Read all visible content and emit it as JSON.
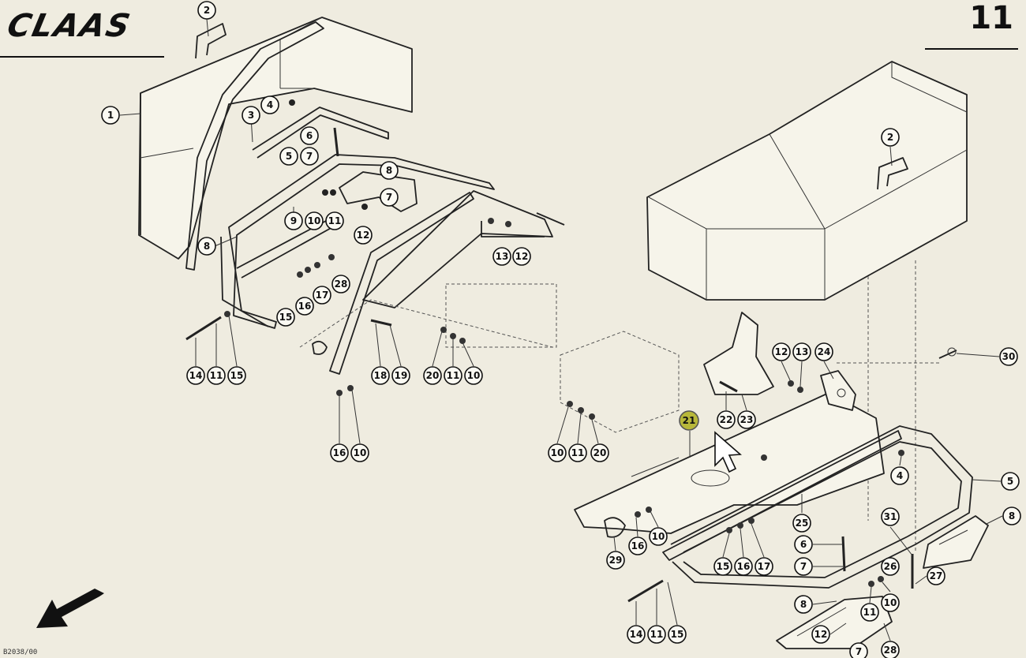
{
  "header": {
    "brand": "CLAAS",
    "page_number": "11"
  },
  "footer": {
    "reference_code": "B2038/00"
  },
  "callouts_left": [
    {
      "id": "l1",
      "label": "1"
    },
    {
      "id": "l2",
      "label": "2"
    },
    {
      "id": "l3",
      "label": "3"
    },
    {
      "id": "l4",
      "label": "4"
    },
    {
      "id": "l5",
      "label": "5"
    },
    {
      "id": "l6",
      "label": "6"
    },
    {
      "id": "l7",
      "label": "7"
    },
    {
      "id": "l8",
      "label": "8"
    },
    {
      "id": "l8b",
      "label": "8"
    },
    {
      "id": "l7b",
      "label": "7"
    },
    {
      "id": "l9",
      "label": "9"
    },
    {
      "id": "l10",
      "label": "10"
    },
    {
      "id": "l11",
      "label": "11"
    },
    {
      "id": "l12",
      "label": "12"
    },
    {
      "id": "l13",
      "label": "13"
    },
    {
      "id": "l12b",
      "label": "12"
    },
    {
      "id": "l15",
      "label": "15"
    },
    {
      "id": "l16",
      "label": "16"
    },
    {
      "id": "l17",
      "label": "17"
    },
    {
      "id": "l28",
      "label": "28"
    },
    {
      "id": "l14",
      "label": "14"
    },
    {
      "id": "l11b",
      "label": "11"
    },
    {
      "id": "l15b",
      "label": "15"
    },
    {
      "id": "l18",
      "label": "18"
    },
    {
      "id": "l19",
      "label": "19"
    },
    {
      "id": "l20",
      "label": "20"
    },
    {
      "id": "l11c",
      "label": "11"
    },
    {
      "id": "l10b",
      "label": "10"
    },
    {
      "id": "l16b",
      "label": "16"
    },
    {
      "id": "l10c",
      "label": "10"
    }
  ],
  "callouts_right": [
    {
      "id": "r2",
      "label": "2"
    },
    {
      "id": "r12",
      "label": "12"
    },
    {
      "id": "r13",
      "label": "13"
    },
    {
      "id": "r24",
      "label": "24"
    },
    {
      "id": "r30",
      "label": "30"
    },
    {
      "id": "r21",
      "label": "21"
    },
    {
      "id": "r22",
      "label": "22"
    },
    {
      "id": "r23",
      "label": "23"
    },
    {
      "id": "r10",
      "label": "10"
    },
    {
      "id": "r11",
      "label": "11"
    },
    {
      "id": "r20",
      "label": "20"
    },
    {
      "id": "r4",
      "label": "4"
    },
    {
      "id": "r5",
      "label": "5"
    },
    {
      "id": "r8",
      "label": "8"
    },
    {
      "id": "r31",
      "label": "31"
    },
    {
      "id": "r25",
      "label": "25"
    },
    {
      "id": "r6",
      "label": "6"
    },
    {
      "id": "r7",
      "label": "7"
    },
    {
      "id": "r26",
      "label": "26"
    },
    {
      "id": "r27",
      "label": "27"
    },
    {
      "id": "r10b",
      "label": "10"
    },
    {
      "id": "r16",
      "label": "16"
    },
    {
      "id": "r29",
      "label": "29"
    },
    {
      "id": "r15",
      "label": "15"
    },
    {
      "id": "r16b",
      "label": "16"
    },
    {
      "id": "r17",
      "label": "17"
    },
    {
      "id": "r8b",
      "label": "8"
    },
    {
      "id": "r7b",
      "label": "7"
    },
    {
      "id": "r11b",
      "label": "11"
    },
    {
      "id": "r10c",
      "label": "10"
    },
    {
      "id": "r12b",
      "label": "12"
    },
    {
      "id": "r28",
      "label": "28"
    },
    {
      "id": "r14",
      "label": "14"
    },
    {
      "id": "r11c",
      "label": "11"
    },
    {
      "id": "r15b",
      "label": "15"
    }
  ],
  "colors": {
    "paper": "#efece0",
    "ink": "#111111",
    "highlight": "#b8b83a"
  },
  "icons": {
    "cursor": "mouse-pointer-icon",
    "direction": "arrow-down-left-icon"
  }
}
